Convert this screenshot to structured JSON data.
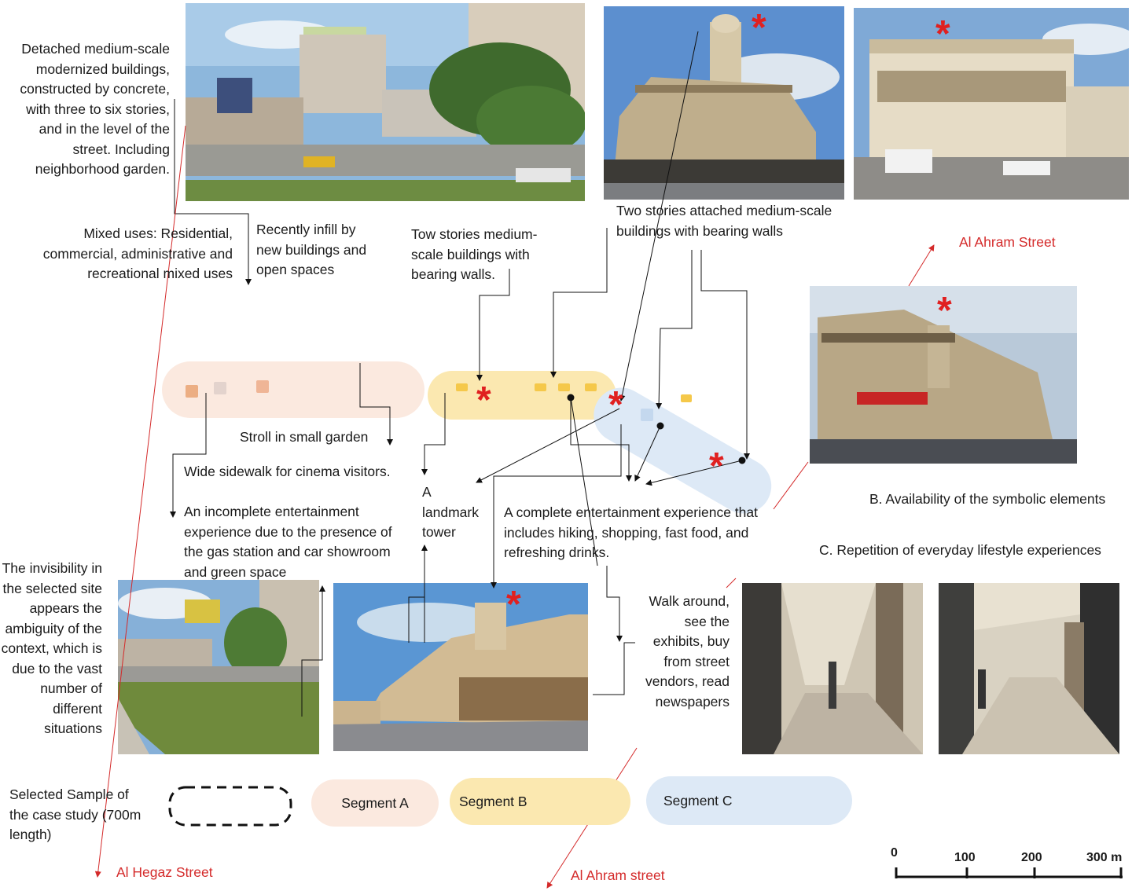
{
  "annotations": {
    "detached_buildings": "Detached medium-scale modernized buildings, constructed by concrete, with three to six stories, and in the level of the street. Including neighborhood garden.",
    "mixed_uses": "Mixed uses: Residential, commercial, administrative and recreational mixed uses",
    "recent_infill": "Recently infill by new buildings and open spaces",
    "two_story_b": "Tow stories medium-scale buildings with bearing walls.",
    "two_story_c": "Two stories attached medium-scale buildings with bearing walls",
    "stroll": "Stroll in small garden",
    "wide_sidewalk": "Wide sidewalk for cinema visitors.",
    "incomplete_experience": "An incomplete entertainment experience due to the presence of the gas station and car showroom and green space",
    "landmark_tower": "A landmark tower",
    "complete_experience": "A complete entertainment experience that includes hiking, shopping, fast food, and refreshing drinks.",
    "invisibility": "The invisibility in the selected site appears the ambiguity of the context, which is due to the vast number of different situations",
    "walk_around": "Walk around, see the exhibits, buy from street vendors, read newspapers"
  },
  "captions": {
    "symbolic": "B. Availability of the symbolic elements",
    "repetition": "C. Repetition of everyday lifestyle experiences"
  },
  "streets": {
    "al_ahram_top": "Al Ahram Street",
    "al_ahram_bottom": "Al Ahram street",
    "al_hegaz": "Al Hegaz Street"
  },
  "legend": {
    "sample": "Selected Sample of the case study (700m length)",
    "segment_a": "Segment A",
    "segment_b": "Segment B",
    "segment_c": "Segment C"
  },
  "scale_bar": {
    "ticks": [
      "0",
      "100",
      "200",
      "300 m"
    ]
  },
  "colors": {
    "segment_a": "#fbe9df",
    "segment_b": "#fbe8b0",
    "segment_c": "#dde9f6",
    "asterisk": "#e02020",
    "street_label": "#d42a2a"
  }
}
